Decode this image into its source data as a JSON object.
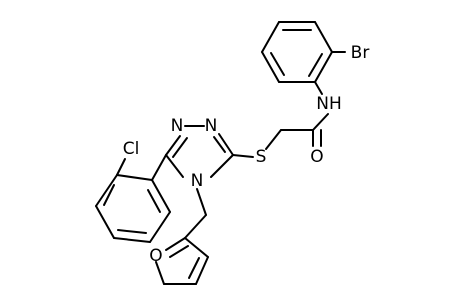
{
  "molecule": {
    "atoms": {
      "br": "Br",
      "nh": "NH",
      "o_carbonyl": "O",
      "s": "S",
      "n_triazole_1": "N",
      "n_triazole_2": "N",
      "n_triazole_4": "N",
      "cl": "Cl",
      "o_furan": "O"
    }
  }
}
